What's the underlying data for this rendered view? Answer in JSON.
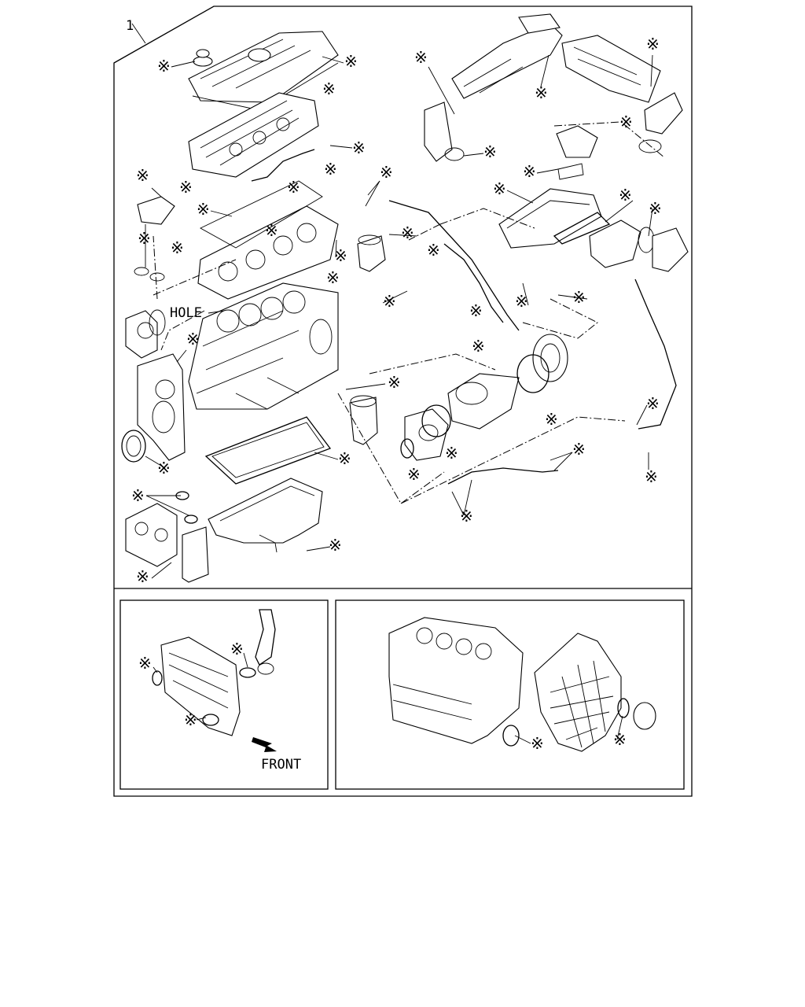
{
  "diagram": {
    "item_number": "1",
    "labels": {
      "hole": "HOLE",
      "front": "FRONT"
    },
    "marker_symbol": "※"
  }
}
